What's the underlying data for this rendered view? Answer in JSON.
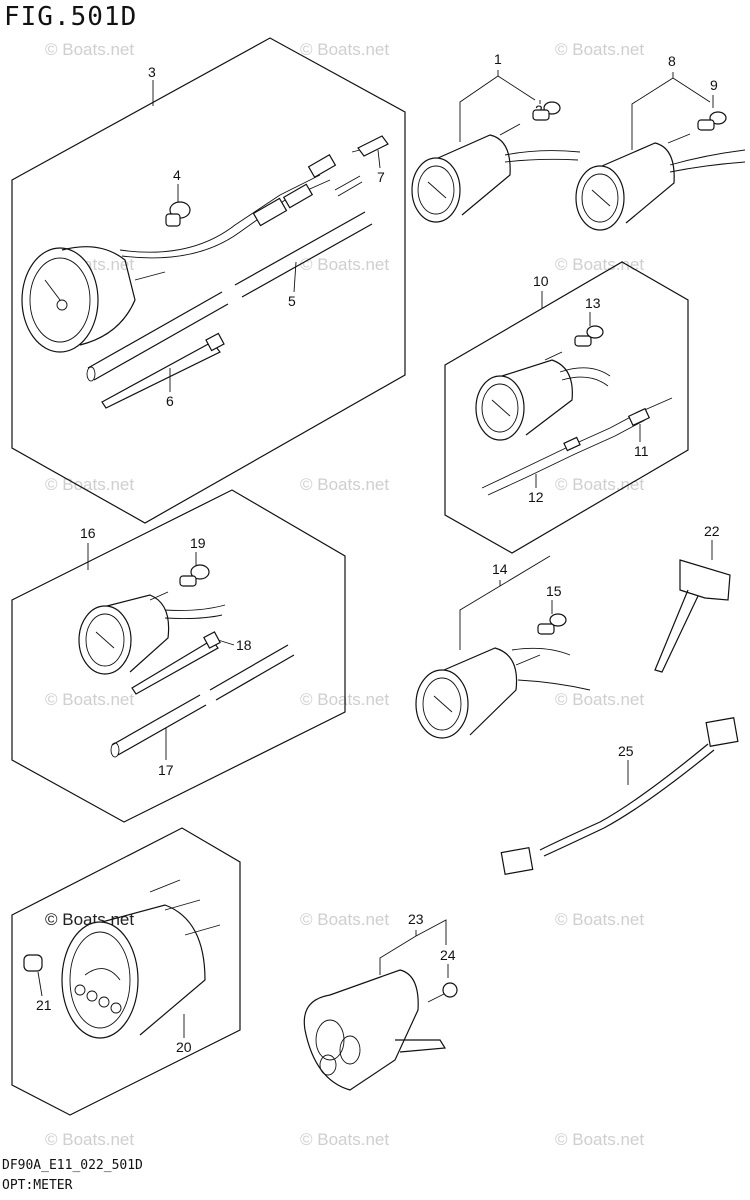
{
  "figure": {
    "title": "FIG.501D",
    "code": "DF90A_E11_022_501D",
    "caption": "OPT:METER"
  },
  "watermark": "© Boats.net",
  "watermark_prominent": "© Boats.net",
  "labels": {
    "p1": "1",
    "p2": "2",
    "p3": "3",
    "p4": "4",
    "p5": "5",
    "p6": "6",
    "p7": "7",
    "p8": "8",
    "p9": "9",
    "p10": "10",
    "p11": "11",
    "p12": "12",
    "p13": "13",
    "p14": "14",
    "p15": "15",
    "p16": "16",
    "p17": "17",
    "p18": "18",
    "p19": "19",
    "p20": "20",
    "p21": "21",
    "p22": "22",
    "p23": "23",
    "p24": "24",
    "p25": "25"
  }
}
